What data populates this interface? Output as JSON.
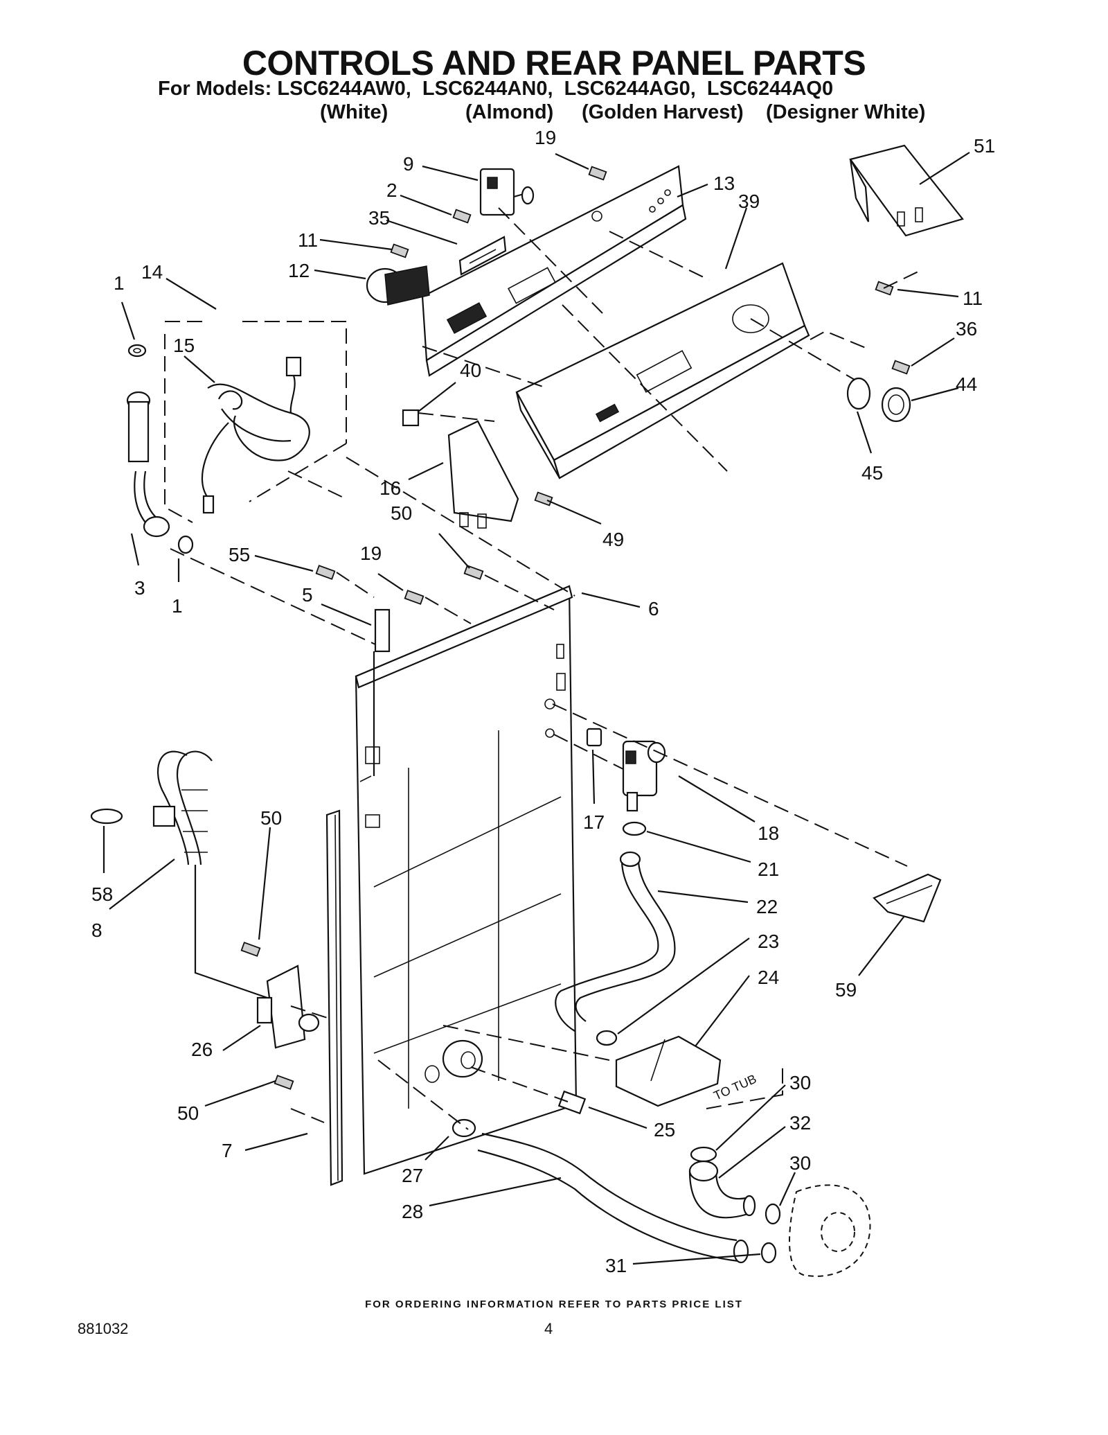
{
  "header": {
    "title": "CONTROLS AND REAR PANEL PARTS",
    "models_line": "For Models: LSC6244AW0,  LSC6244AN0,  LSC6244AG0,  LSC6244AQ0",
    "colors": [
      "(White)",
      "(Almond)",
      "(Golden Harvest)",
      "(Designer White)"
    ]
  },
  "callouts": [
    "19",
    "9",
    "2",
    "35",
    "11",
    "12",
    "13",
    "39",
    "51",
    "11",
    "36",
    "44",
    "45",
    "1",
    "14",
    "15",
    "40",
    "16",
    "49",
    "50",
    "3",
    "1",
    "55",
    "19",
    "5",
    "6",
    "17",
    "18",
    "21",
    "22",
    "23",
    "24",
    "58",
    "8",
    "50",
    "26",
    "50",
    "7",
    "27",
    "28",
    "25",
    "30",
    "32",
    "30",
    "31",
    "59",
    "TO TUB"
  ],
  "footer": {
    "note": "FOR ORDERING INFORMATION REFER TO PARTS PRICE LIST",
    "doc_id": "881032",
    "page": "4"
  }
}
